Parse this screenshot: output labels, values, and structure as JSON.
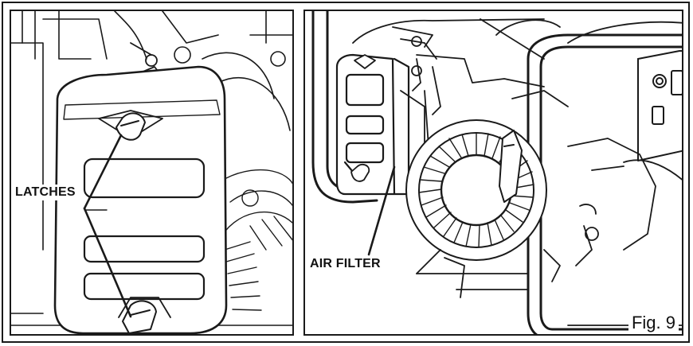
{
  "labels": {
    "latches": "LATCHES",
    "air_filter": "AIR FILTER",
    "figure": "Fig. 9"
  },
  "colors": {
    "line": "#1a1a1a",
    "background": "#ffffff",
    "shade": "#e9e9e9"
  }
}
